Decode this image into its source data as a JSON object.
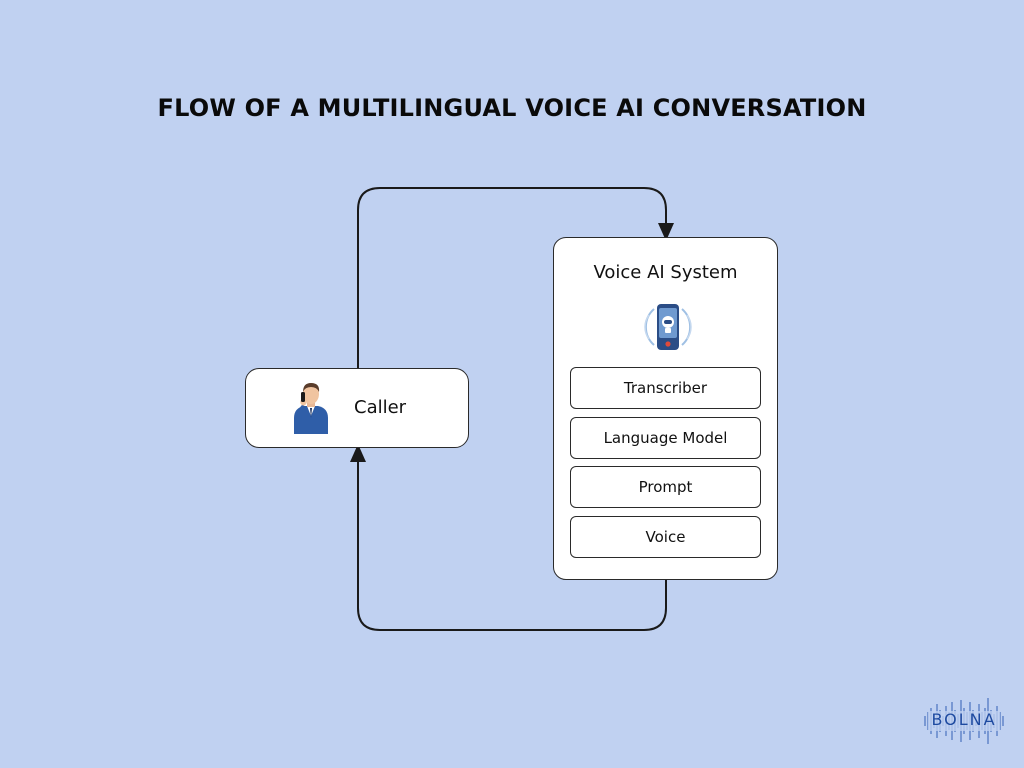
{
  "title": "FLOW OF A MULTILINGUAL VOICE AI CONVERSATION",
  "caller": {
    "label": "Caller",
    "icon": "person-on-phone-icon"
  },
  "system": {
    "title": "Voice AI System",
    "icon": "robot-phone-icon",
    "components": [
      {
        "label": "Transcriber"
      },
      {
        "label": "Language Model"
      },
      {
        "label": "Prompt"
      },
      {
        "label": "Voice"
      }
    ]
  },
  "logo": {
    "text": "BOLNA"
  },
  "colors": {
    "background": "#c0d1f1",
    "box_fill": "#ffffff",
    "stroke": "#1a1a1a",
    "logo_blue": "#1e4aa0",
    "caller_suit": "#2f5ea8"
  }
}
